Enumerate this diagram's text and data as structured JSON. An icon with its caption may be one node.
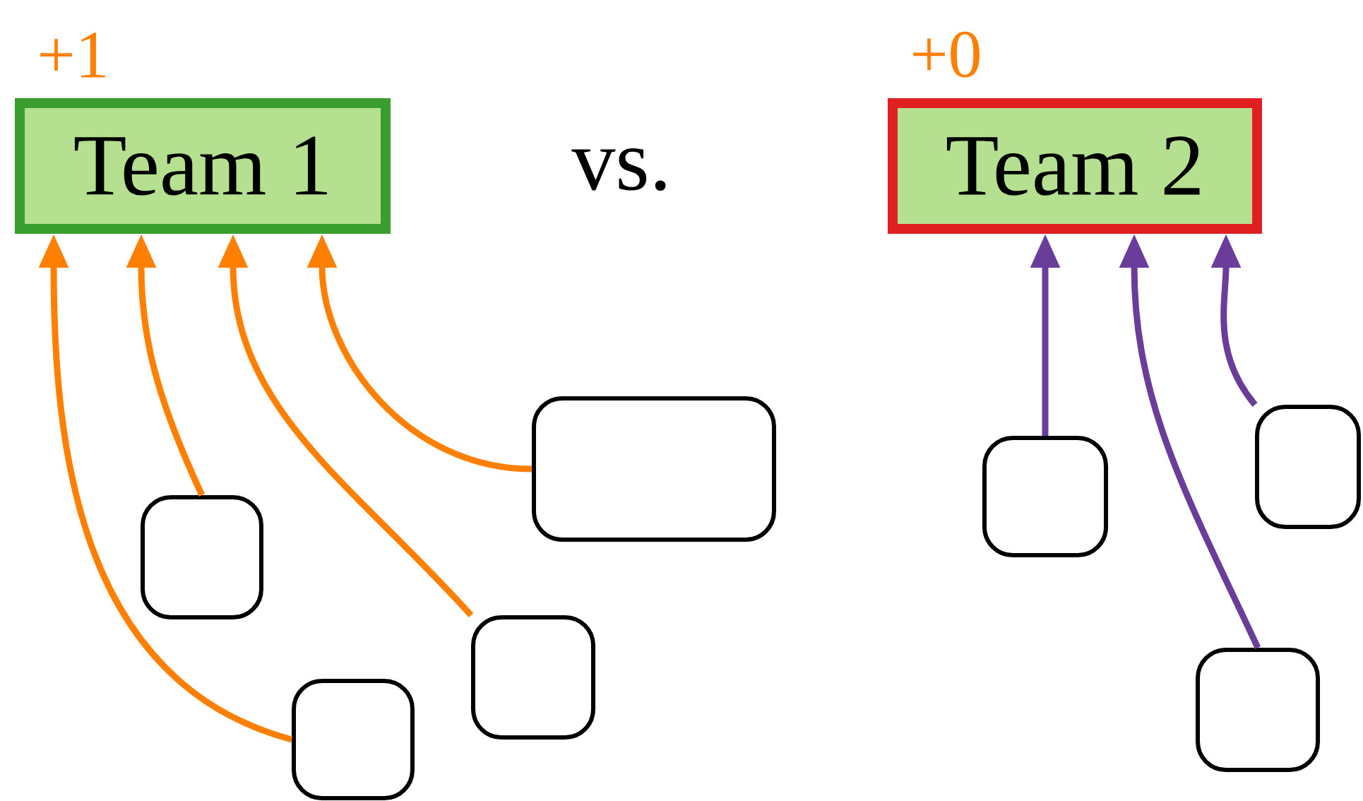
{
  "diagram": {
    "nodes": [
      {
        "text": [
          "Team 1"
        ],
        "beside": [
          "+1"
        ]
      },
      {
        "text": [
          "Team 2"
        ],
        "beside": [
          "+0"
        ]
      },
      {
        "text": [],
        "shape": "box"
      },
      {
        "text": [],
        "shape": "box"
      },
      {
        "text": [],
        "shape": "box"
      },
      {
        "text": [],
        "shape": "box"
      },
      {
        "text": [],
        "shape": "box"
      },
      {
        "text": [],
        "shape": "box"
      },
      {
        "text": [],
        "shape": "box"
      }
    ],
    "edges": [
      {
        "from": 3,
        "to": 0,
        "arrow": "to",
        "color": "#ff8000"
      },
      {
        "from": 2,
        "to": 0,
        "arrow": "to",
        "color": "#ff8000"
      },
      {
        "from": 4,
        "to": 0,
        "arrow": "to",
        "color": "#ff8000"
      },
      {
        "from": 5,
        "to": 0,
        "arrow": "to",
        "color": "#ff8000"
      },
      {
        "from": 6,
        "to": 1,
        "arrow": "to",
        "color": "#6a3d9a"
      },
      {
        "from": 7,
        "to": 1,
        "arrow": "to",
        "color": "#6a3d9a"
      },
      {
        "from": 8,
        "to": 1,
        "arrow": "to",
        "color": "#6a3d9a"
      }
    ],
    "labels": [
      "vs."
    ]
  }
}
